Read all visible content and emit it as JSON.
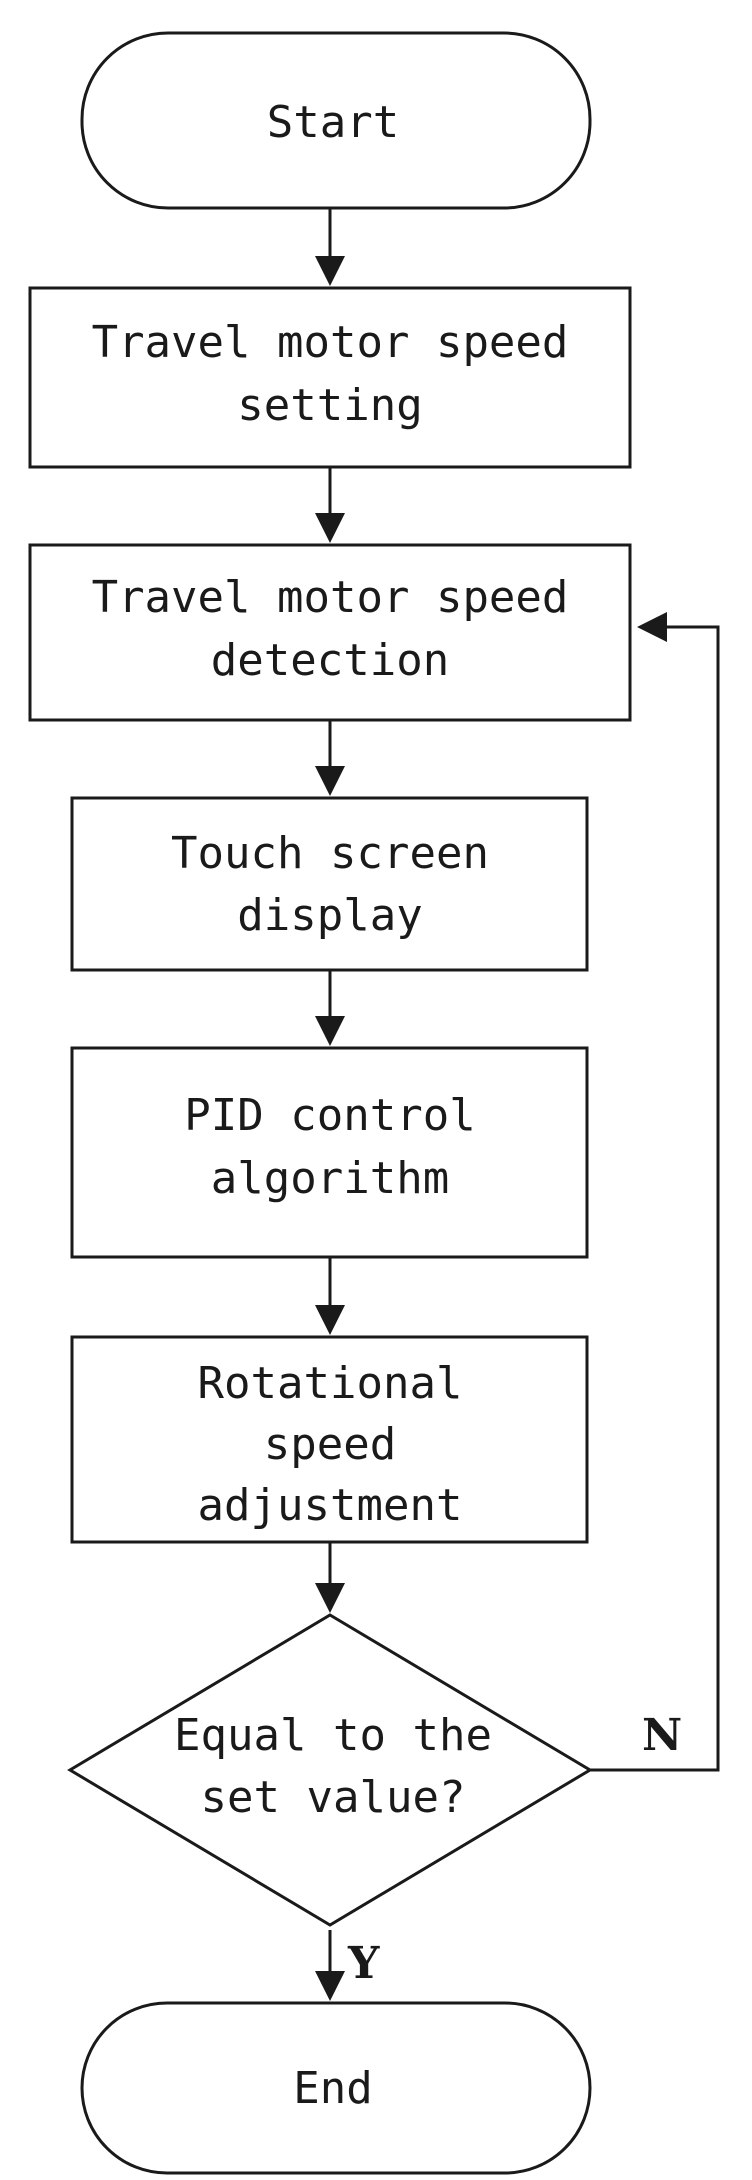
{
  "diagram": {
    "type": "flowchart",
    "colors": {
      "stroke": "#1a1a1a",
      "fill": "#ffffff",
      "background": "#ffffff"
    },
    "nodes": {
      "start": {
        "shape": "terminal",
        "lines": [
          "Start"
        ]
      },
      "speed_setting": {
        "shape": "process",
        "lines": [
          "Travel motor speed",
          "setting"
        ]
      },
      "speed_detection": {
        "shape": "process",
        "lines": [
          "Travel motor speed",
          "detection"
        ]
      },
      "touch_display": {
        "shape": "process",
        "lines": [
          "Touch screen",
          "display"
        ]
      },
      "pid_control": {
        "shape": "process",
        "lines": [
          "PID control",
          "algorithm"
        ]
      },
      "speed_adjustment": {
        "shape": "process",
        "lines": [
          "Rotational",
          "speed",
          "adjustment"
        ]
      },
      "equal_check": {
        "shape": "decision",
        "lines": [
          "Equal to the",
          "set value?"
        ]
      },
      "end": {
        "shape": "terminal",
        "lines": [
          "End"
        ]
      }
    },
    "edges": [
      {
        "from": "start",
        "to": "speed_setting",
        "label": ""
      },
      {
        "from": "speed_setting",
        "to": "speed_detection",
        "label": ""
      },
      {
        "from": "speed_detection",
        "to": "touch_display",
        "label": ""
      },
      {
        "from": "touch_display",
        "to": "pid_control",
        "label": ""
      },
      {
        "from": "pid_control",
        "to": "speed_adjustment",
        "label": ""
      },
      {
        "from": "speed_adjustment",
        "to": "equal_check",
        "label": ""
      },
      {
        "from": "equal_check",
        "to": "speed_detection",
        "label": "N"
      },
      {
        "from": "equal_check",
        "to": "end",
        "label": "Y"
      }
    ]
  }
}
